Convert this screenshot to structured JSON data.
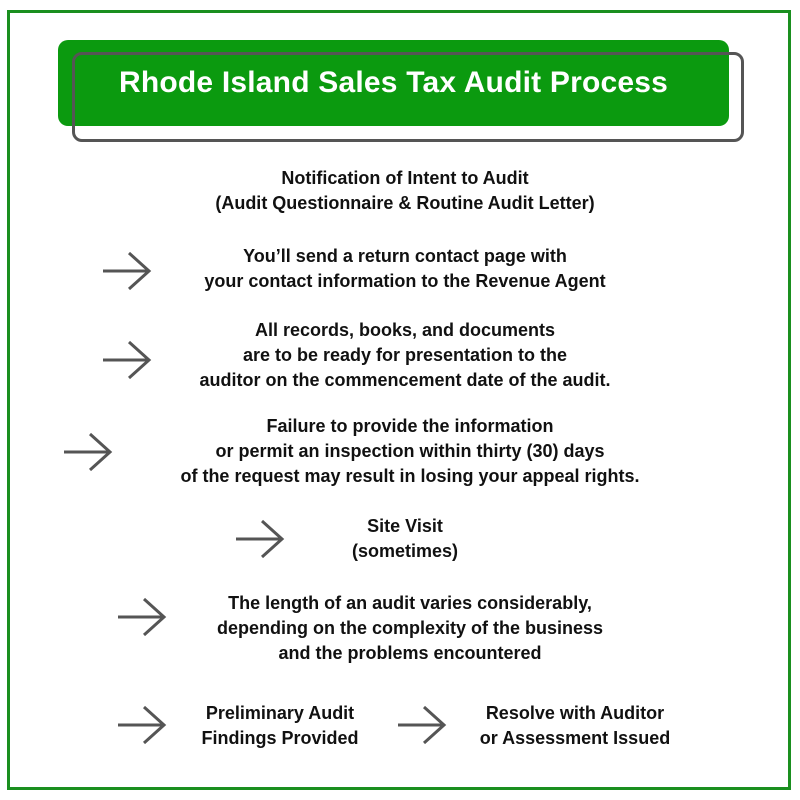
{
  "title": "Rhode Island Sales Tax Audit Process",
  "colors": {
    "frame_border": "#1a8f1f",
    "title_fill": "#0b9a0f",
    "title_outline": "#555555",
    "title_text": "#ffffff",
    "arrow": "#555555",
    "body_text": "#111111"
  },
  "steps": [
    {
      "lines": [
        "Notification of Intent to Audit",
        "(Audit Questionnaire & Routine Audit Letter)"
      ]
    },
    {
      "lines": [
        "You’ll send a return contact page with",
        "your contact information to the Revenue Agent"
      ]
    },
    {
      "lines": [
        "All records, books, and documents",
        "are to be ready for presentation to the",
        "auditor on the commencement date of the audit."
      ]
    },
    {
      "lines": [
        "Failure to provide the information",
        "or permit an inspection within thirty (30) days",
        "of the request may result in losing your appeal rights."
      ]
    },
    {
      "lines": [
        "Site Visit",
        "(sometimes)"
      ]
    },
    {
      "lines": [
        "The length of an audit varies considerably,",
        "depending on the complexity of the business",
        "and the problems encountered"
      ]
    },
    {
      "lines": [
        "Preliminary Audit",
        "Findings Provided"
      ]
    },
    {
      "lines": [
        "Resolve with Auditor",
        "or Assessment Issued"
      ]
    }
  ],
  "arrows": [
    {
      "icon": "right-arrow-icon",
      "before_step": 2
    },
    {
      "icon": "right-arrow-icon",
      "before_step": 3
    },
    {
      "icon": "right-arrow-icon",
      "before_step": 4
    },
    {
      "icon": "right-arrow-icon",
      "before_step": 5
    },
    {
      "icon": "right-arrow-icon",
      "before_step": 6
    },
    {
      "icon": "right-arrow-icon",
      "before_step": 7
    },
    {
      "icon": "right-arrow-icon",
      "before_step": 8
    }
  ]
}
